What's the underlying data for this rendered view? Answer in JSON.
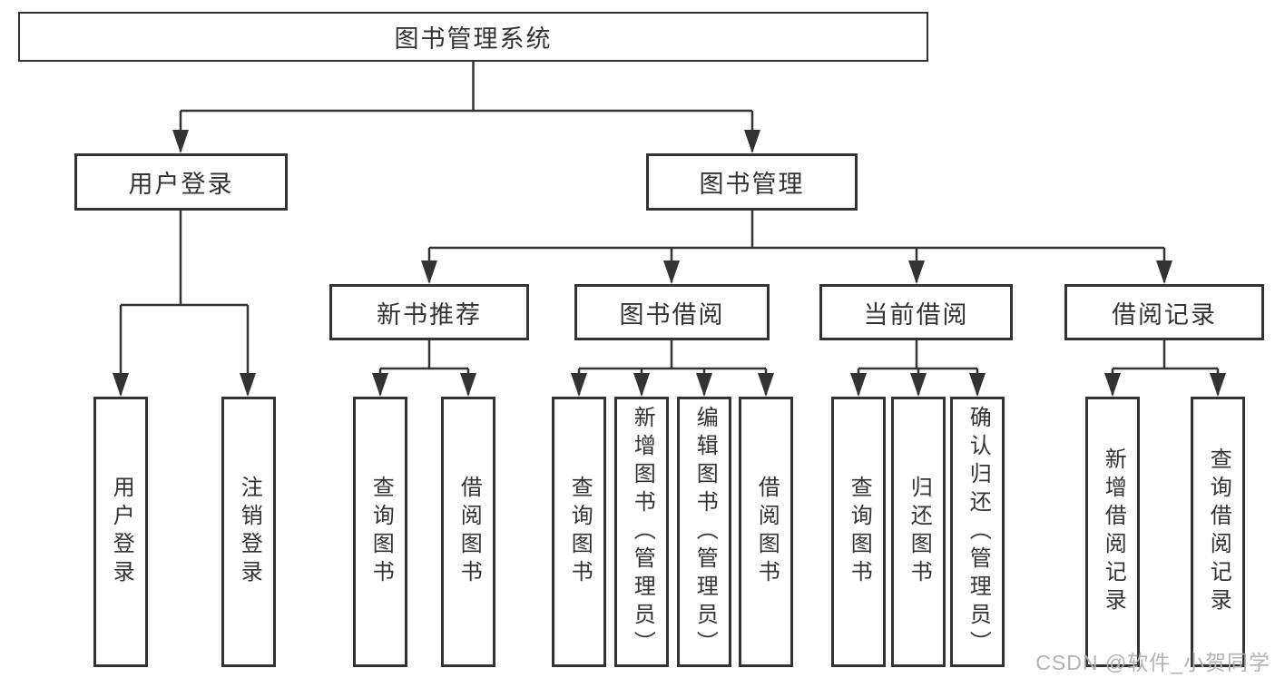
{
  "diagram": {
    "root": {
      "label": "图书管理系统",
      "children": [
        {
          "label": "用户登录",
          "children": [
            {
              "label": "用户登录"
            },
            {
              "label": "注销登录"
            }
          ]
        },
        {
          "label": "图书管理",
          "children": [
            {
              "label": "新书推荐",
              "children": [
                {
                  "label": "查询图书"
                },
                {
                  "label": "借阅图书"
                }
              ]
            },
            {
              "label": "图书借阅",
              "children": [
                {
                  "label": "查询图书"
                },
                {
                  "label": "新增图书（管理员）"
                },
                {
                  "label": "编辑图书（管理员）"
                },
                {
                  "label": "借阅图书"
                }
              ]
            },
            {
              "label": "当前借阅",
              "children": [
                {
                  "label": "查询图书"
                },
                {
                  "label": "归还图书"
                },
                {
                  "label": "确认归还（管理员）"
                }
              ]
            },
            {
              "label": "借阅记录",
              "children": [
                {
                  "label": "新增借阅记录"
                },
                {
                  "label": "查询借阅记录"
                }
              ]
            }
          ]
        }
      ]
    },
    "colors": {
      "line": "#333333",
      "border": "#333333",
      "text": "#333333",
      "background": "#ffffff",
      "watermark": "#b3b3b3"
    }
  },
  "watermark": {
    "text": "CSDN @软件_小贺同学"
  }
}
